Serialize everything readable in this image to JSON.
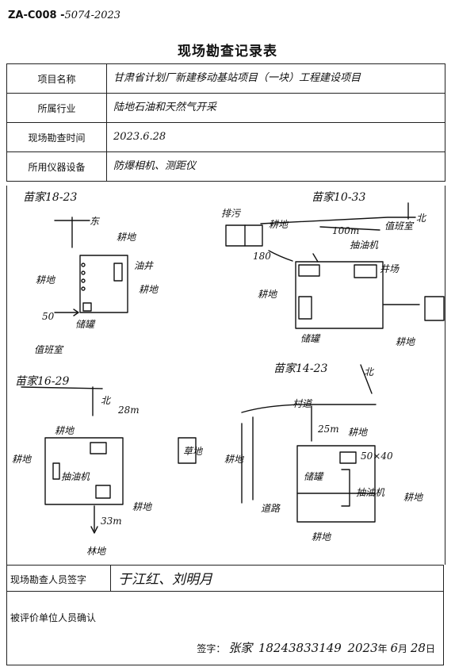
{
  "doc_id": {
    "prefix": "ZA-C008 -",
    "handwritten": "5074-2023"
  },
  "title": "现场勘查记录表",
  "fields": [
    {
      "label": "项目名称",
      "value": "甘肃省计划厂新建移动基站项目（一块）工程建设项目"
    },
    {
      "label": "所属行业",
      "value": "陆地石油和天然气开采"
    },
    {
      "label": "现场勘查时间",
      "value": "2023.6.28"
    },
    {
      "label": "所用仪器设备",
      "value": "防爆相机、测距仪"
    }
  ],
  "sketch": {
    "labels": {
      "nw_title": "苗家18-23",
      "nw_north": "东",
      "nw_field_top": "耕地",
      "nw_field_left": "耕地",
      "nw_field_right": "耕地",
      "nw_hole": "油井",
      "nw_dist": "50",
      "nw_tank": "储罐",
      "ne_title": "苗家10-33",
      "ne_north": "北",
      "ne_top_label": "排污",
      "ne_room": "值班室",
      "ne_field_top": "耕地",
      "ne_dist1": "180",
      "ne_dist2": "100m",
      "ne_pump": "抽油机",
      "ne_field_left": "耕地",
      "ne_field_bottom": "耕地",
      "ne_tank": "储罐",
      "ne_extra": "井场",
      "sw_title": "苗家16-29",
      "sw_north": "北",
      "sw_room": "值班室",
      "sw_dist1": "28m",
      "sw_field_top": "耕地",
      "sw_field_left": "耕地",
      "sw_pump": "抽油机",
      "sw_field_right": "耕地",
      "sw_dist2": "33m",
      "sw_bottom": "林地",
      "sw_mid": "草地",
      "se_title": "苗家14-23",
      "se_north": "北",
      "se_road": "村道",
      "se_dist": "25m",
      "se_field_top": "耕地",
      "se_left": "耕地",
      "se_tank": "储罐",
      "se_size": "50×40",
      "se_pump": "抽油机",
      "se_field_right": "耕地",
      "se_field_bottom": "耕地",
      "se_road_label": "道路"
    }
  },
  "inspector": {
    "label": "现场勘查人员签字",
    "signature": "于江红、刘明月"
  },
  "confirm": {
    "label": "被评价单位人员确认",
    "sign_label": "签字：",
    "sign_name": "张家",
    "sign_phone": "18243833149",
    "year": "2023",
    "year_unit": "年",
    "month": "6",
    "month_unit": "月",
    "day": "28",
    "day_unit": "日"
  }
}
